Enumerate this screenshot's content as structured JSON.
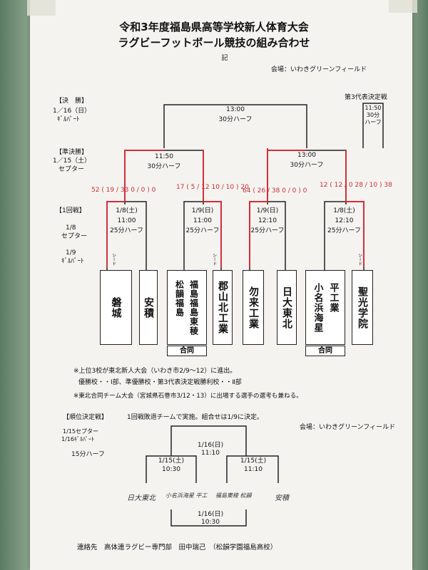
{
  "header": {
    "title_line1": "令和3年度福島県高等学校新人体育大会",
    "title_line2": "ラグビーフットボール競技の組み合わせ",
    "ki": "記",
    "venue": "会場：いわきグリーンフィールド"
  },
  "rounds": {
    "final_label": "【決　勝】",
    "final_date": "1／16（日）",
    "final_place": "ｷﾞﾙﾊﾟｰﾄ",
    "semi_label": "【準決勝】",
    "semi_date": "1／15（土）",
    "semi_place": "セプター",
    "r1_label": "【1回戦】",
    "r1_date1": "1/8",
    "r1_place1": "セプター",
    "r1_date2": "1/9",
    "r1_place2": "ｷﾞﾙﾊﾟｰﾄ"
  },
  "third_rep": {
    "label": "第3代表決定戦",
    "time": "11:50",
    "half": "30分",
    "half2": "ハーフ"
  },
  "final_match": {
    "time": "13:00",
    "half": "30分ハーフ"
  },
  "semi_matches": [
    {
      "time": "11:50",
      "half": "30分ハーフ"
    },
    {
      "time": "13:00",
      "half": "30分ハーフ"
    }
  ],
  "r1_matches": [
    {
      "date": "1/8(土)",
      "time": "11:00",
      "half": "25分ハーフ"
    },
    {
      "date": "1/9(日)",
      "time": "11:00",
      "half": "25分ハーフ"
    },
    {
      "date": "1/9(日)",
      "time": "12:10",
      "half": "25分ハーフ"
    },
    {
      "date": "1/8(土)",
      "time": "12:10",
      "half": "25分ハーフ"
    }
  ],
  "seed_label": "シード",
  "teams": {
    "t1": "磐城",
    "t2": "安積",
    "t3a": "福島福島東稜",
    "t3b": "松韻福島",
    "t4": "郡山北工業",
    "t5": "勿来工業",
    "t6": "日大東北",
    "t7a": "平工業",
    "t7b": "小名浜海星",
    "t8": "聖光学院",
    "godo": "合同"
  },
  "scores_handwritten": {
    "m1": "52 ( 19 / 33  0 / 0 ) 0",
    "m2": "17 ( 5 / 12  10 / 10 ) 20",
    "m3": "64 ( 26 / 38  0 / 0 ) 0",
    "m4": "12 ( 12 / 0  28 / 10 ) 38"
  },
  "notes": [
    "※上位3校が東北新人大会（いわき市2/9～12）に進出。",
    "優勝校・・Ⅰ部、準優勝校・第3代表決定戦勝利校・・Ⅱ部",
    "※東北合同チーム大会（宮城県石巻市3/12・13）に出場する選手の選考も兼ねる。"
  ],
  "ranking": {
    "label": "【順位決定戦】",
    "desc": "1回戦敗退チームで実施。組合せは1/9に決定。",
    "venue": "会場：いわきグリーンフィールド",
    "dates_a": "1/15セプター",
    "dates_b": "1/16ｷﾞﾙﾊﾟｰﾄ",
    "half": "15分ハーフ",
    "top_date": "1/16(日)",
    "top_time": "11:10",
    "left_date": "1/15(土)",
    "left_time": "10:30",
    "right_date": "1/15(土)",
    "right_time": "11:10",
    "bottom_date": "1/16(日)",
    "bottom_time": "10:30",
    "hw1": "日大東北",
    "hw2": "小名浜海星 平工",
    "hw3": "福島東稜 松韻",
    "hw4": "安積"
  },
  "footer": {
    "contact": "連絡先　高体連ラグビー専門部　田中瑞己　（松韻学園福島高校）"
  }
}
